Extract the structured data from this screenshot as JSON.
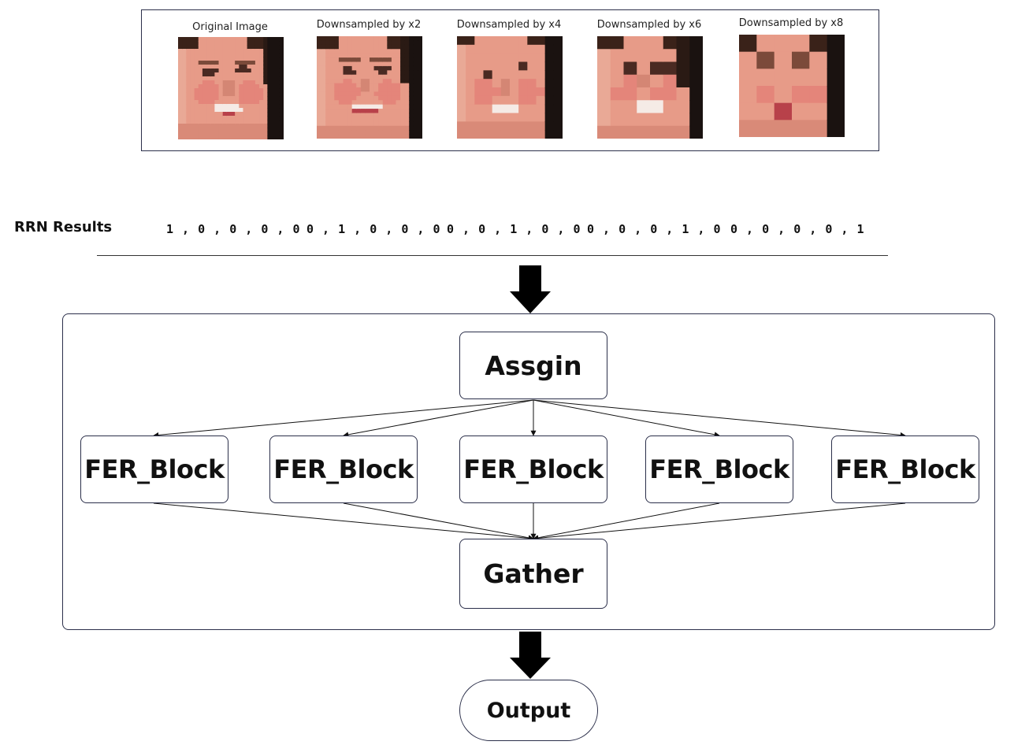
{
  "images": [
    {
      "label": "Original Image",
      "pixelation": 1
    },
    {
      "label": "Downsampled by x2",
      "pixelation": 2
    },
    {
      "label": "Downsampled by x4",
      "pixelation": 4
    },
    {
      "label": "Downsampled by x6",
      "pixelation": 6
    },
    {
      "label": "Downsampled by x8",
      "pixelation": 8
    }
  ],
  "rrn": {
    "title": "RRN Results",
    "values": [
      "1 , 0 , 0 , 0 , 0",
      "0 , 1 , 0 , 0 , 0",
      "0 , 0 , 1 , 0 , 0",
      "0 , 0 , 0 , 1 , 0",
      "0 , 0 , 0 , 0 , 1"
    ]
  },
  "pipeline": {
    "assign": "Assgin",
    "blocks": [
      "FER_Block",
      "FER_Block",
      "FER_Block",
      "FER_Block",
      "FER_Block"
    ],
    "gather": "Gather",
    "output": "Output"
  },
  "colors": {
    "border": "#2b2f4a",
    "arrow": "#111111",
    "skin": "#e79b88"
  }
}
